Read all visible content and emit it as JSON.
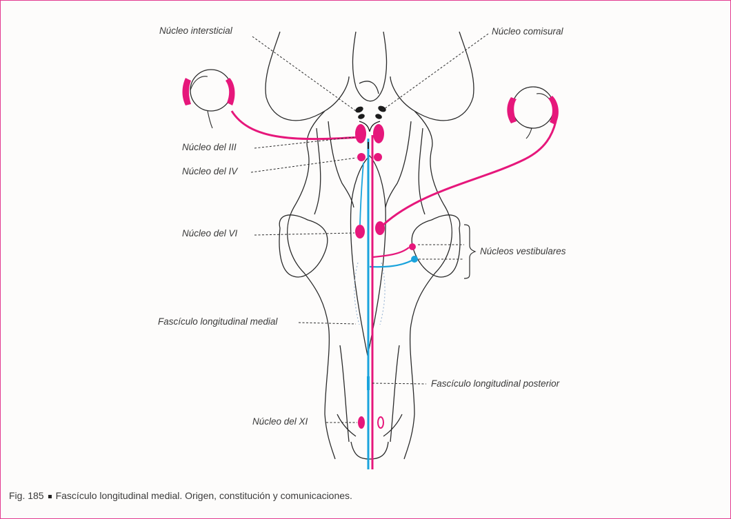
{
  "colors": {
    "frame": "#e33a8f",
    "magenta": "#e6177b",
    "blue": "#1aa3dc",
    "outline": "#2a2a2a"
  },
  "labels": {
    "nucleo_intersticial": "Núcleo intersticial",
    "nucleo_comisural": "Núcleo comisural",
    "nucleo_iii": "Núcleo del III",
    "nucleo_iv": "Núcleo del IV",
    "nucleo_vi": "Núcleo del VI",
    "nucleos_vestibulares": "Núcleos vestibulares",
    "fasciculo_medial": "Fascículo longitudinal medial",
    "fasciculo_posterior": "Fascículo longitudinal posterior",
    "nucleo_xi": "Núcleo del XI"
  },
  "caption": {
    "figure": "Fig. 185",
    "text": "Fascículo longitudinal medial. Origen, constitución y comunicaciones."
  }
}
